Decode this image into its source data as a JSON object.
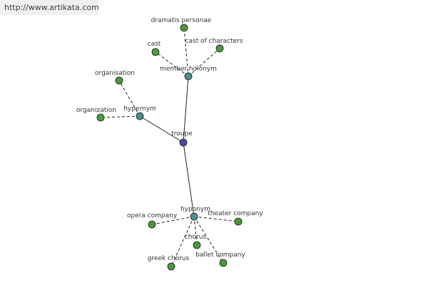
{
  "banner": {
    "url": "http://www.artikata.com"
  },
  "colors": {
    "center": "#4a4aa0",
    "relation": "#4b9090",
    "term": "#4c9a3c",
    "edge": "#222222"
  },
  "graph": {
    "center": {
      "id": "troupe",
      "label": "troupe"
    },
    "relations": [
      {
        "id": "member-holonym",
        "label": "member holonym",
        "terms": [
          {
            "id": "dramatis-personae",
            "label": "dramatis personae"
          },
          {
            "id": "cast",
            "label": "cast"
          },
          {
            "id": "cast-of-characters",
            "label": "cast of characters"
          }
        ]
      },
      {
        "id": "hypernym",
        "label": "hypernym",
        "terms": [
          {
            "id": "organisation",
            "label": "organisation"
          },
          {
            "id": "organization",
            "label": "organization"
          }
        ]
      },
      {
        "id": "hyponym",
        "label": "hyponym",
        "terms": [
          {
            "id": "opera-company",
            "label": "opera company"
          },
          {
            "id": "theater-company",
            "label": "theater company"
          },
          {
            "id": "chorus",
            "label": "chorus"
          },
          {
            "id": "greek-chorus",
            "label": "greek chorus"
          },
          {
            "id": "ballet-company",
            "label": "ballet company"
          }
        ]
      }
    ]
  }
}
